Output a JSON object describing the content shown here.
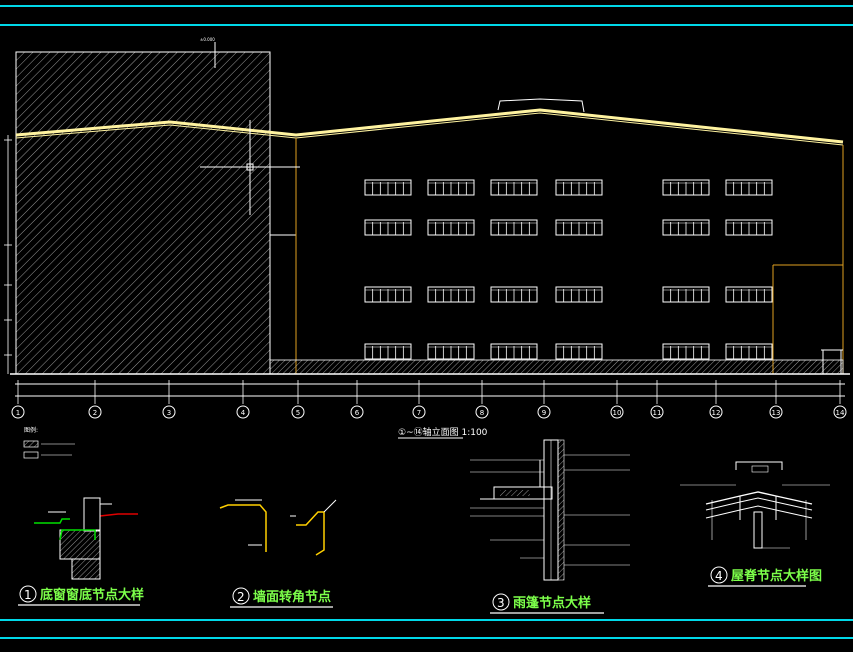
{
  "drawing": {
    "main_title": "①~⑭轴立面图 1:100",
    "axis_labels": [
      "1",
      "2",
      "3",
      "4",
      "5",
      "6",
      "7",
      "8",
      "9",
      "10",
      "11",
      "12",
      "13",
      "14"
    ],
    "legend_title": "图例:",
    "details": [
      {
        "num": "1",
        "title": "底窗窗底节点大样"
      },
      {
        "num": "2",
        "title": "墙面转角节点"
      },
      {
        "num": "3",
        "title": "雨篷节点大样"
      },
      {
        "num": "4",
        "title": "屋脊节点大样图"
      }
    ]
  },
  "colors": {
    "background": "#000000",
    "frame_cyan": "#00D8E8",
    "roof_yellow": "#FFF3A0",
    "outline_orange": "#E0A020",
    "green": "#00E000",
    "red": "#E00000",
    "caption_green": "#7CFF4A"
  }
}
